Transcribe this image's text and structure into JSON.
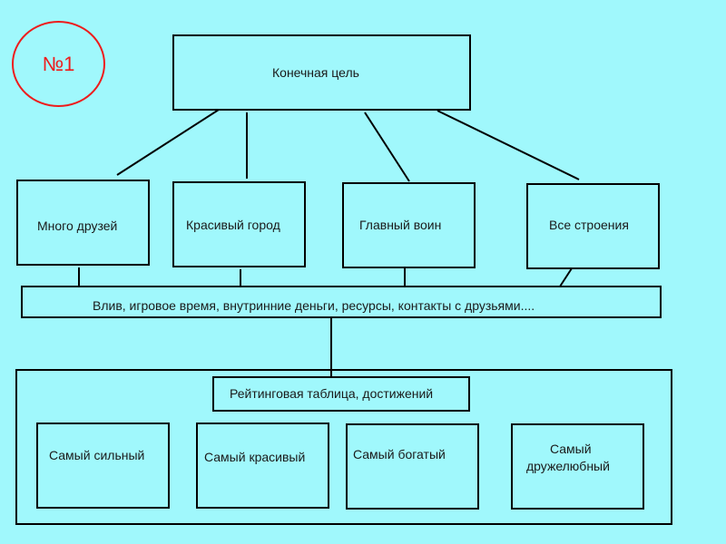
{
  "badge": {
    "label": "№1",
    "color": "#ee1c1c"
  },
  "goal": {
    "label": "Конечная цель"
  },
  "goals": [
    {
      "label": "Много друзей"
    },
    {
      "label": "Красивый город"
    },
    {
      "label": "Главный воин"
    },
    {
      "label": "Все строения"
    }
  ],
  "means": {
    "label": "Влив, игровое время, внутринние деньги, ресурсы, контакты с друзьями...."
  },
  "rating": {
    "title": "Рейтинговая таблица, достижений",
    "items": [
      {
        "label": "Самый сильный"
      },
      {
        "label": "Самый красивый"
      },
      {
        "label": "Самый богатый"
      },
      {
        "line1": "Самый",
        "line2": "дружелюбный"
      }
    ]
  },
  "colors": {
    "background": "#a0f8fc",
    "stroke": "#000000"
  }
}
